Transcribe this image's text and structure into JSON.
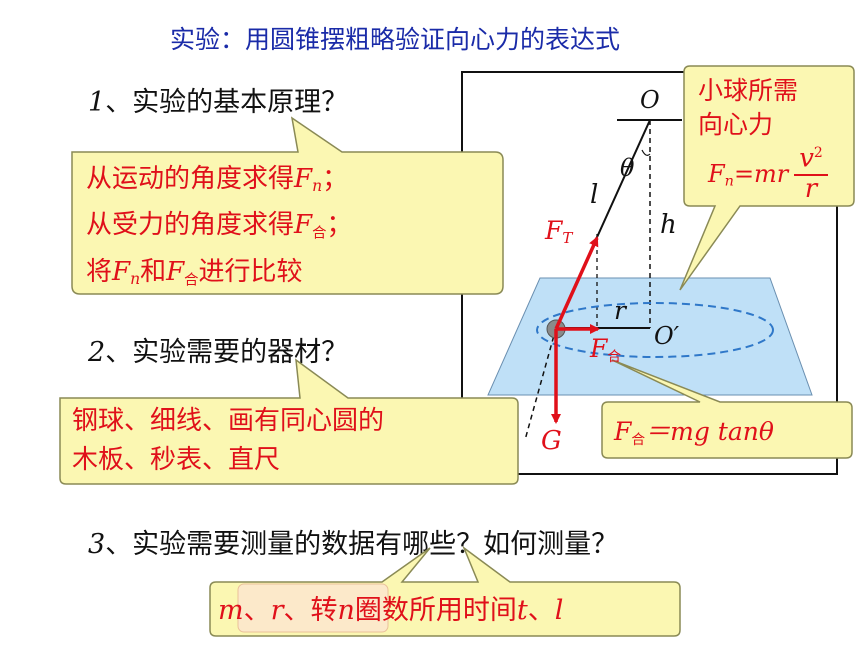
{
  "title": "实验：用圆锥摆粗略验证向心力的表达式",
  "q1": {
    "num": "1",
    "text": "、实验的基本原理？"
  },
  "q2": {
    "num": "2",
    "text": "、实验需要的器材？"
  },
  "q3": {
    "num": "3",
    "text": "、实验需要测量的数据有哪些？如何测量？"
  },
  "principle": {
    "line1_pre": "从运动的角度求得",
    "line2_pre": "从受力的角度求得",
    "line3_pre": "将",
    "line3_mid": "和",
    "line3_post": "进行比较",
    "sym_F": "F",
    "sub_n": "n",
    "sub_he": "合",
    "semicolon": "；"
  },
  "equipment": {
    "line1": "钢球、细线、画有同心圆的",
    "line2": "木板、秒表、直尺"
  },
  "centripetal": {
    "line1": "小球所需",
    "line2": "向心力",
    "formula_lhs": "F",
    "formula_sub": "n",
    "formula_mid": "=mr",
    "frac_num": "v",
    "frac_exp": "2",
    "frac_den": "r"
  },
  "net_force": {
    "lhs": "F",
    "sub": "合",
    "rhs": "＝mg tanθ"
  },
  "measure": {
    "m": "m",
    "sep1": "、",
    "r": "r",
    "sep2": "、转",
    "n": "n",
    "mid": "圈数所用时间",
    "t": "t",
    "sep3": "、",
    "l": "l"
  },
  "diagram": {
    "O": "O",
    "O_prime": "O′",
    "theta": "θ",
    "l": "l",
    "h": "h",
    "r": "r",
    "FT": "F",
    "FT_sub": "T",
    "Fhe": "F",
    "Fhe_sub": "合",
    "G": "G"
  },
  "colors": {
    "title": "#1a2ba8",
    "red": "#e0101a",
    "callout_fill": "#fbf7b2",
    "callout_stroke": "#8a8a55",
    "plane": "#bfe0f7",
    "ellipse": "#2f78c9"
  }
}
